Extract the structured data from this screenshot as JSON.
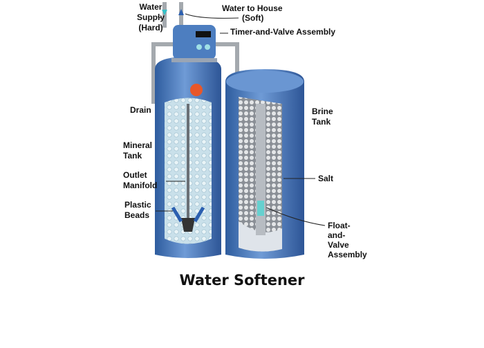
{
  "title": "Water Softener",
  "labels": {
    "water_supply": [
      "Water",
      "Supply",
      "(Hard)"
    ],
    "water_to_house": [
      "Water to House",
      "(Soft)"
    ],
    "timer_valve": "Timer-and-Valve Assembly",
    "drain": "Drain",
    "mineral_tank": [
      "Mineral",
      "Tank"
    ],
    "outlet_manifold": [
      "Outlet",
      "Manifold"
    ],
    "plastic_beads": [
      "Plastic",
      "Beads"
    ],
    "brine_tank": [
      "Brine",
      "Tank"
    ],
    "salt": "Salt",
    "float_valve": [
      "Float-",
      "and-",
      "Valve",
      "Assembly"
    ]
  },
  "colors": {
    "tank": "#4a7fc0",
    "tank_light": "#7fa8de",
    "pipe": "#a9adb1",
    "inside": "#cfe3ee"
  }
}
